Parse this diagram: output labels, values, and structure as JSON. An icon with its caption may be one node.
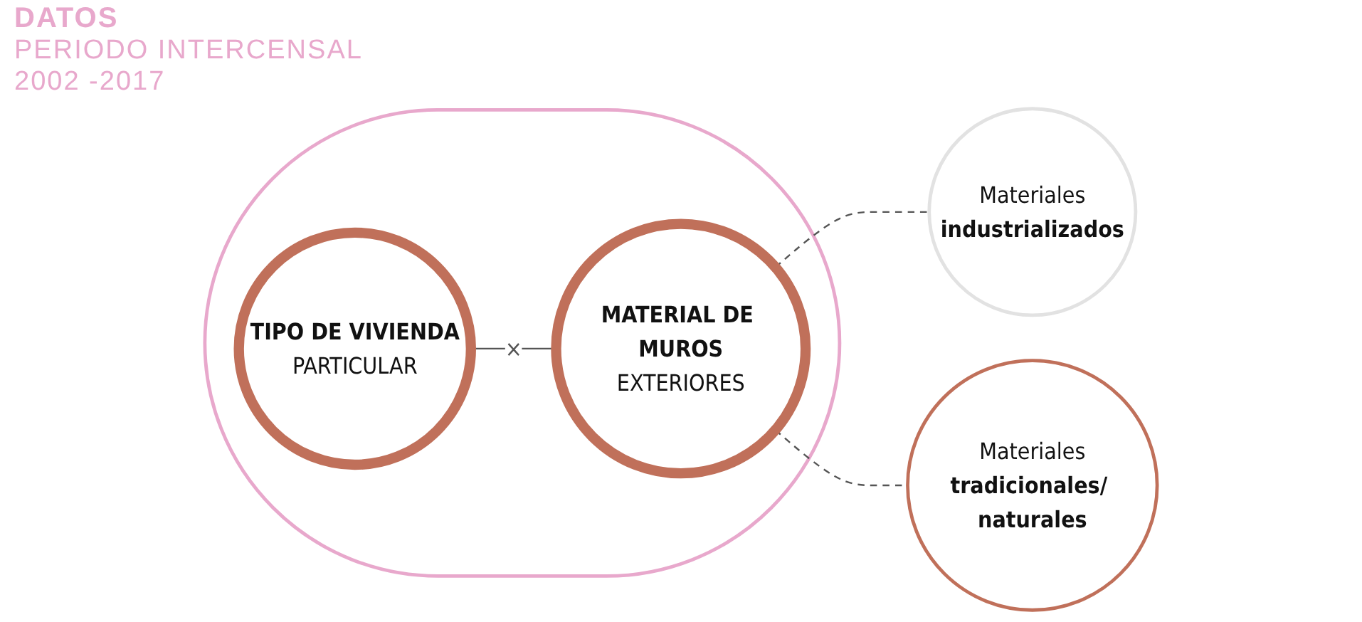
{
  "diagram": {
    "title": "DATOS",
    "nodes": [
      {
        "text": [],
        "shape": "box"
      },
      {
        "text": [
          "TIPO DE VIVIENDA",
          "PARTICULAR"
        ],
        "in": 0
      },
      {
        "text": [
          "MATERIAL DE MUROS",
          "EXTERIORES"
        ],
        "in": 0
      },
      {
        "text": [
          "Materiales",
          "industrializados"
        ]
      },
      {
        "text": [
          "Materiales",
          "tradicionales/ naturales"
        ]
      }
    ],
    "edges": [
      {
        "from": 1,
        "to": 2,
        "arrow": "none",
        "label": "×"
      },
      {
        "from": 2,
        "to": 3,
        "arrow": "none",
        "style": "dashed"
      },
      {
        "from": 2,
        "to": 4,
        "arrow": "none",
        "style": "dashed"
      }
    ],
    "labels": [
      "PERIODO INTERCENSAL 2002 -2017"
    ]
  }
}
